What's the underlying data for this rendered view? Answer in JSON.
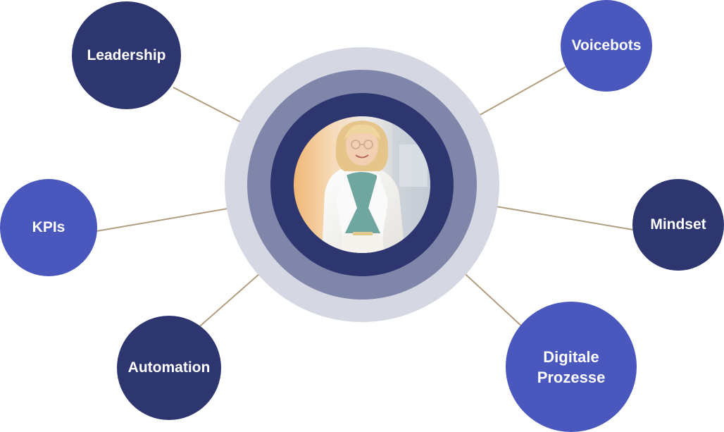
{
  "nodes": {
    "leadership": "Leadership",
    "voicebots": "Voicebots",
    "kpis": "KPIs",
    "mindset": "Mindset",
    "automation": "Automation",
    "digitale_line1": "Digitale",
    "digitale_line2": "Prozesse"
  },
  "colors": {
    "node_dark": "#2e3670",
    "node_light": "#4a58be",
    "ring_outer": "#d5d8e3",
    "ring_middle": "#7f86aa",
    "ring_inner": "#2e3670",
    "connector": "#b19e7f",
    "node_text": "#ffffff"
  },
  "center": {
    "image": "portrait-photo"
  }
}
